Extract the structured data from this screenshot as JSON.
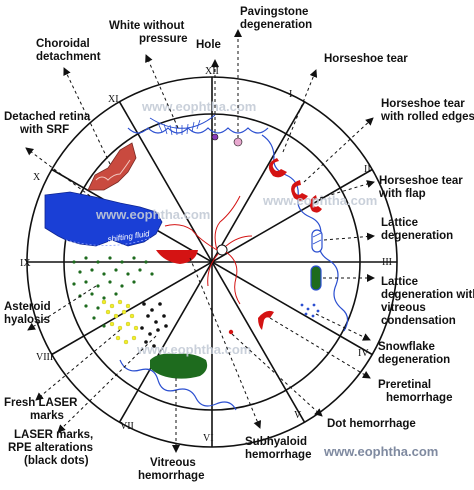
{
  "labels": {
    "white_without_pressure": [
      "White without",
      "pressure"
    ],
    "pavingstone": [
      "Pavingstone",
      "degeneration"
    ],
    "hole": [
      "Hole"
    ],
    "choroidal_detachment": [
      "Choroidal",
      "detachment"
    ],
    "horseshoe_tear": [
      "Horseshoe tear"
    ],
    "horseshoe_rolled": [
      "Horseshoe tear",
      "with rolled edges"
    ],
    "detached_retina": [
      "Detached retina",
      "with SRF"
    ],
    "horseshoe_flap": [
      "Horseshoe tear",
      "with flap"
    ],
    "lattice": [
      "Lattice",
      "degeneration"
    ],
    "lattice_vitreous": [
      "Lattice",
      "degeneration with",
      "vitreous",
      "condensation"
    ],
    "asteroid": [
      "Asteroid",
      "hyalosis"
    ],
    "snowflake": [
      "Snowflake",
      "degeneration"
    ],
    "preretinal": [
      "Preretinal",
      "hemorrhage"
    ],
    "dot": [
      "Dot hemorrhage"
    ],
    "fresh_laser": [
      "Fresh LASER",
      "marks"
    ],
    "laser_rpe": [
      "LASER marks,",
      "RPE alterations",
      "(black dots)"
    ],
    "vitreous_hem": [
      "Vitreous",
      "hemorrhage"
    ],
    "subhyaloid": [
      "Subhyaloid",
      "hemorrhage"
    ]
  },
  "clock_hours": {
    "XII": "XII",
    "I": "I",
    "II": "II",
    "III": "III",
    "IV": "IV",
    "V": "V",
    "VI": "VI",
    "VII": "VII",
    "VIII": "VIII",
    "IX": "IX",
    "X": "X",
    "XI": "XI"
  },
  "shifting_fluid": "shifting fluid",
  "watermarks": {
    "top": "www.eophtha.com",
    "middle": "www.eophtha.com",
    "right": "www.eophtha.com",
    "bottom": "www.eophtha.com",
    "footer": "www.eophtha.com"
  },
  "colors": {
    "outline": "#111111",
    "red": "#d41313",
    "blue_fill": "#1a3fd6",
    "green": "#1e6b1e",
    "yellow": "#f1ee2a",
    "choroidal": "#c94a3f",
    "lattice_blue": "#2b4fd0"
  }
}
